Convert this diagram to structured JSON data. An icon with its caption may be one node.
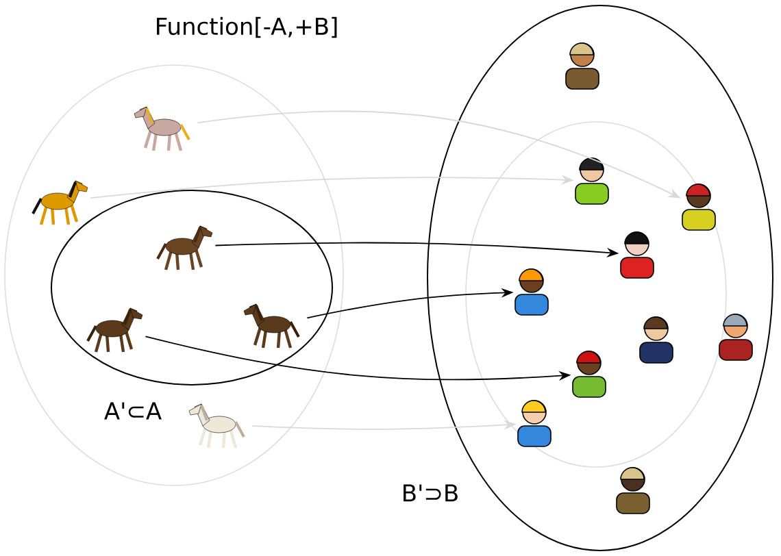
{
  "diagram": {
    "title": "Function[-A,+B]",
    "nodes": [
      {
        "text": [],
        "shape": "ellipse"
      },
      {
        "text": [],
        "shape": "ellipse",
        "in": 0
      },
      {
        "text": [],
        "shape": "picture",
        "in": 0
      },
      {
        "text": [],
        "shape": "picture",
        "in": 0
      },
      {
        "text": [],
        "shape": "picture",
        "in": 1
      },
      {
        "text": [],
        "shape": "picture",
        "in": 1
      },
      {
        "text": [],
        "shape": "picture",
        "in": 1
      },
      {
        "text": [],
        "shape": "picture",
        "in": 0
      },
      {
        "text": [],
        "shape": "ellipse"
      },
      {
        "text": [],
        "shape": "ellipse",
        "in": 8
      },
      {
        "text": [],
        "shape": "picture",
        "in": 8
      },
      {
        "text": [],
        "shape": "picture",
        "in": 9
      },
      {
        "text": [],
        "shape": "picture",
        "in": 9
      },
      {
        "text": [],
        "shape": "picture",
        "in": 9
      },
      {
        "text": [],
        "shape": "picture",
        "in": 9
      },
      {
        "text": [],
        "shape": "picture",
        "in": 9
      },
      {
        "text": [],
        "shape": "picture",
        "in": 8
      },
      {
        "text": [],
        "shape": "picture",
        "in": 9
      },
      {
        "text": [],
        "shape": "picture",
        "in": 9
      },
      {
        "text": [],
        "shape": "picture",
        "in": 8
      }
    ],
    "edges": [
      {
        "from": 2,
        "to": 12,
        "arrow": "to",
        "color": "#d9d9d9"
      },
      {
        "from": 3,
        "to": 11,
        "arrow": "to",
        "color": "#d9d9d9"
      },
      {
        "from": 4,
        "to": 13,
        "arrow": "to",
        "color": "#000000"
      },
      {
        "from": 6,
        "to": 14,
        "arrow": "to",
        "color": "#000000"
      },
      {
        "from": 5,
        "to": 17,
        "arrow": "to",
        "color": "#000000"
      },
      {
        "from": 7,
        "to": 18,
        "arrow": "to",
        "color": "#d9d9d9"
      }
    ],
    "labels": [
      "A'⊂A",
      "B'⊃B"
    ]
  }
}
